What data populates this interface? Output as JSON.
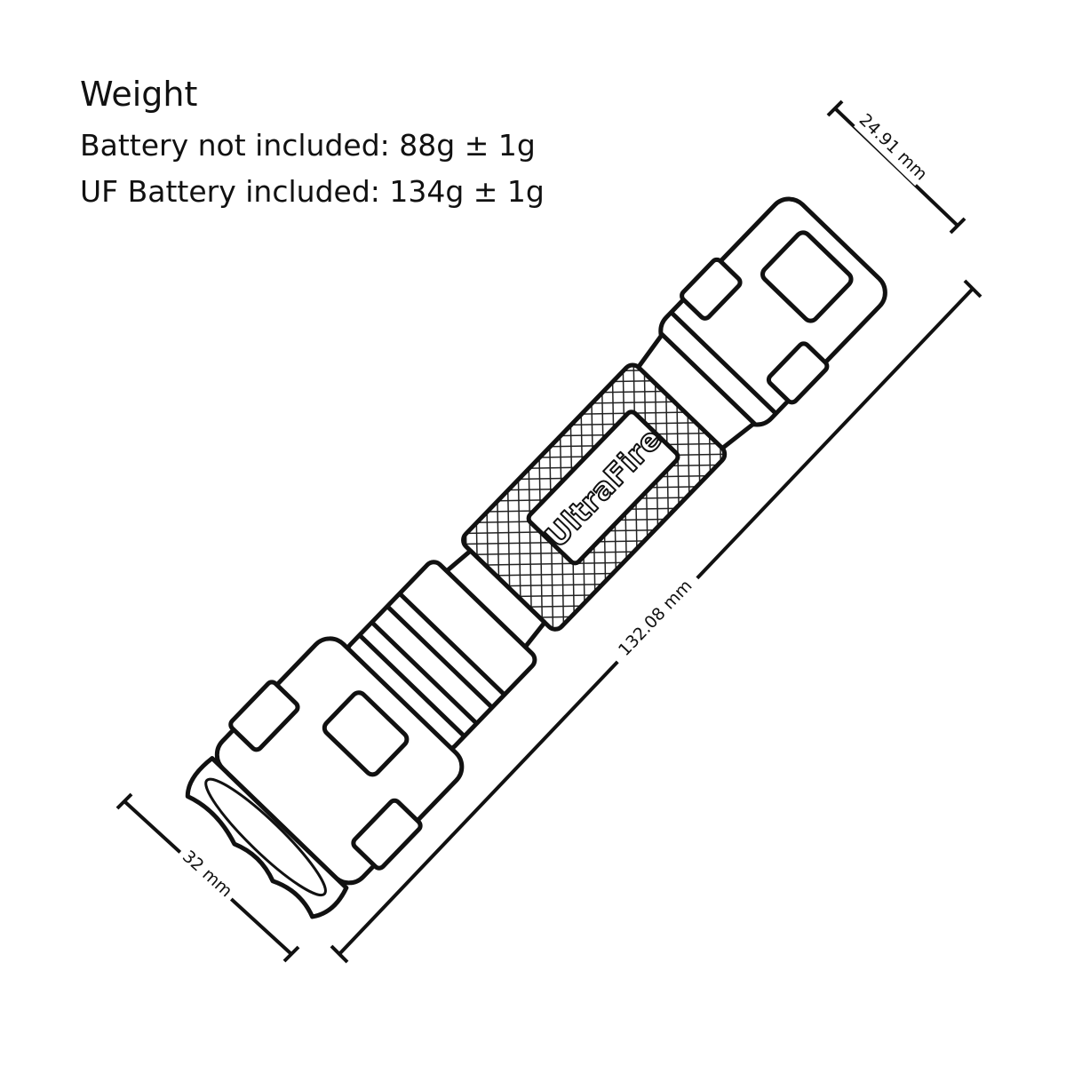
{
  "weight": {
    "title": "Weight",
    "without_battery": "Battery not included: 88g ± 1g",
    "with_battery": "UF Battery included: 134g ± 1g"
  },
  "dimensions": {
    "tail_diameter": "24.91 mm",
    "length": "132.08 mm",
    "head_diameter": "32 mm"
  },
  "product": {
    "logo": "UltraFire"
  },
  "colors": {
    "ink": "#111111",
    "background": "#ffffff"
  }
}
